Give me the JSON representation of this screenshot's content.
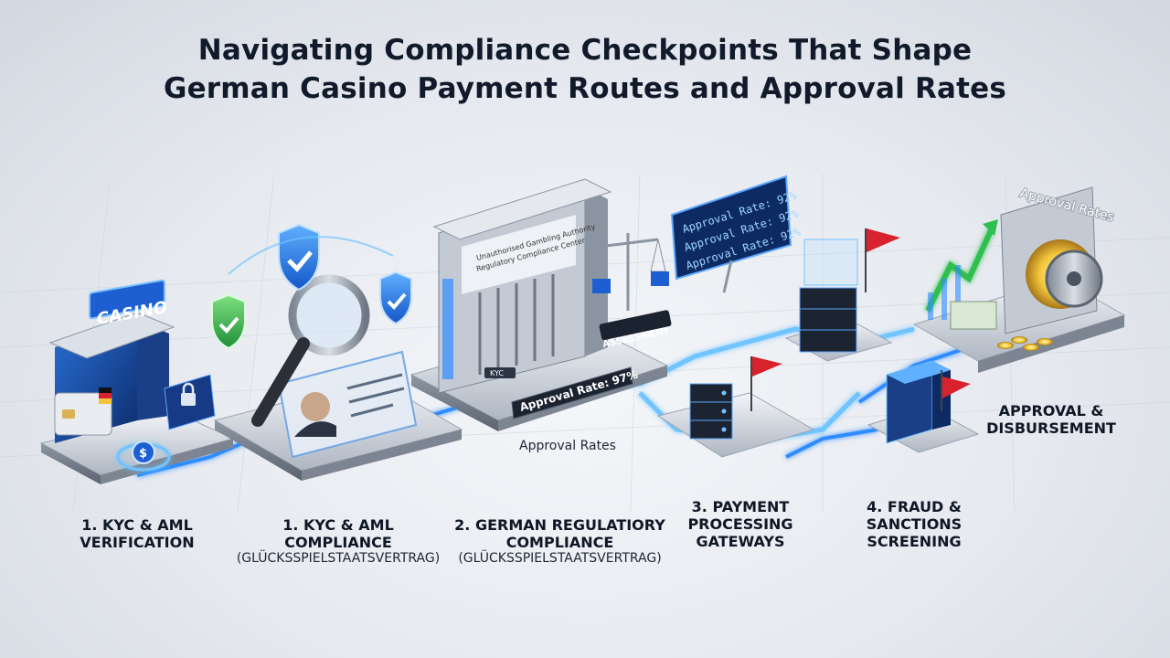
{
  "title": {
    "line1": "Navigating Compliance Checkpoints That Shape",
    "line2": "German Casino Payment Routes and Approval Rates"
  },
  "stages": [
    {
      "label1": "1. KYC & AML",
      "label2": "VERIFICATION"
    },
    {
      "label1": "1. KYC & AML",
      "label2": "COMPLIANCE",
      "sub": "(GLÜCKSSPIELSTAATSVERTRAG)"
    },
    {
      "label1": "2. GERMAN REGULATIORY",
      "label2": "COMPLIANCE",
      "sub": "(GLÜCKSSPIELSTAATSVERTRAG)"
    },
    {
      "label1": "3. PAYMENT",
      "label2": "PROCESSING",
      "label3": "GATEWAYS"
    },
    {
      "label1": "4. FRAUD &",
      "label2": "SANCTIONS",
      "label3": "SCREENING"
    },
    {
      "label1": "APPROVAL &",
      "label2": "DISBURSEMENT"
    }
  ],
  "scene_text": {
    "casino_sign": "CASINO",
    "approval_rates_caption": "Approval Rates",
    "approval_rates_vault": "Approval Rates",
    "approval_rate_badge": "Approval Rate: 97%",
    "assessment_tag": "ASSESSMENT",
    "kyc_tag": "KYC",
    "building_sign_line1": "Unauthorised Gambling Authority",
    "building_sign_line2": "Regulatory Compliance Center",
    "screen_lines": [
      "Approval Rate: 92%",
      "Approval Rate: 92%",
      "Approval Rate: 92%"
    ]
  },
  "colors": {
    "accent_blue": "#2f8cff",
    "glow_blue": "#6fc4ff",
    "flag_red": "#d8232f",
    "check_green": "#2fbf4f",
    "title_navy": "#101a2a"
  },
  "icons": [
    "casino-building-icon",
    "credit-card-icon",
    "germany-flag-icon",
    "wallet-lock-icon",
    "shield-check-icon",
    "magnifier-icon",
    "id-card-icon",
    "regulator-building-icon",
    "balance-scale-icon",
    "server-rack-icon",
    "red-flag-icon",
    "vault-icon",
    "growth-chart-icon",
    "coins-icon"
  ]
}
